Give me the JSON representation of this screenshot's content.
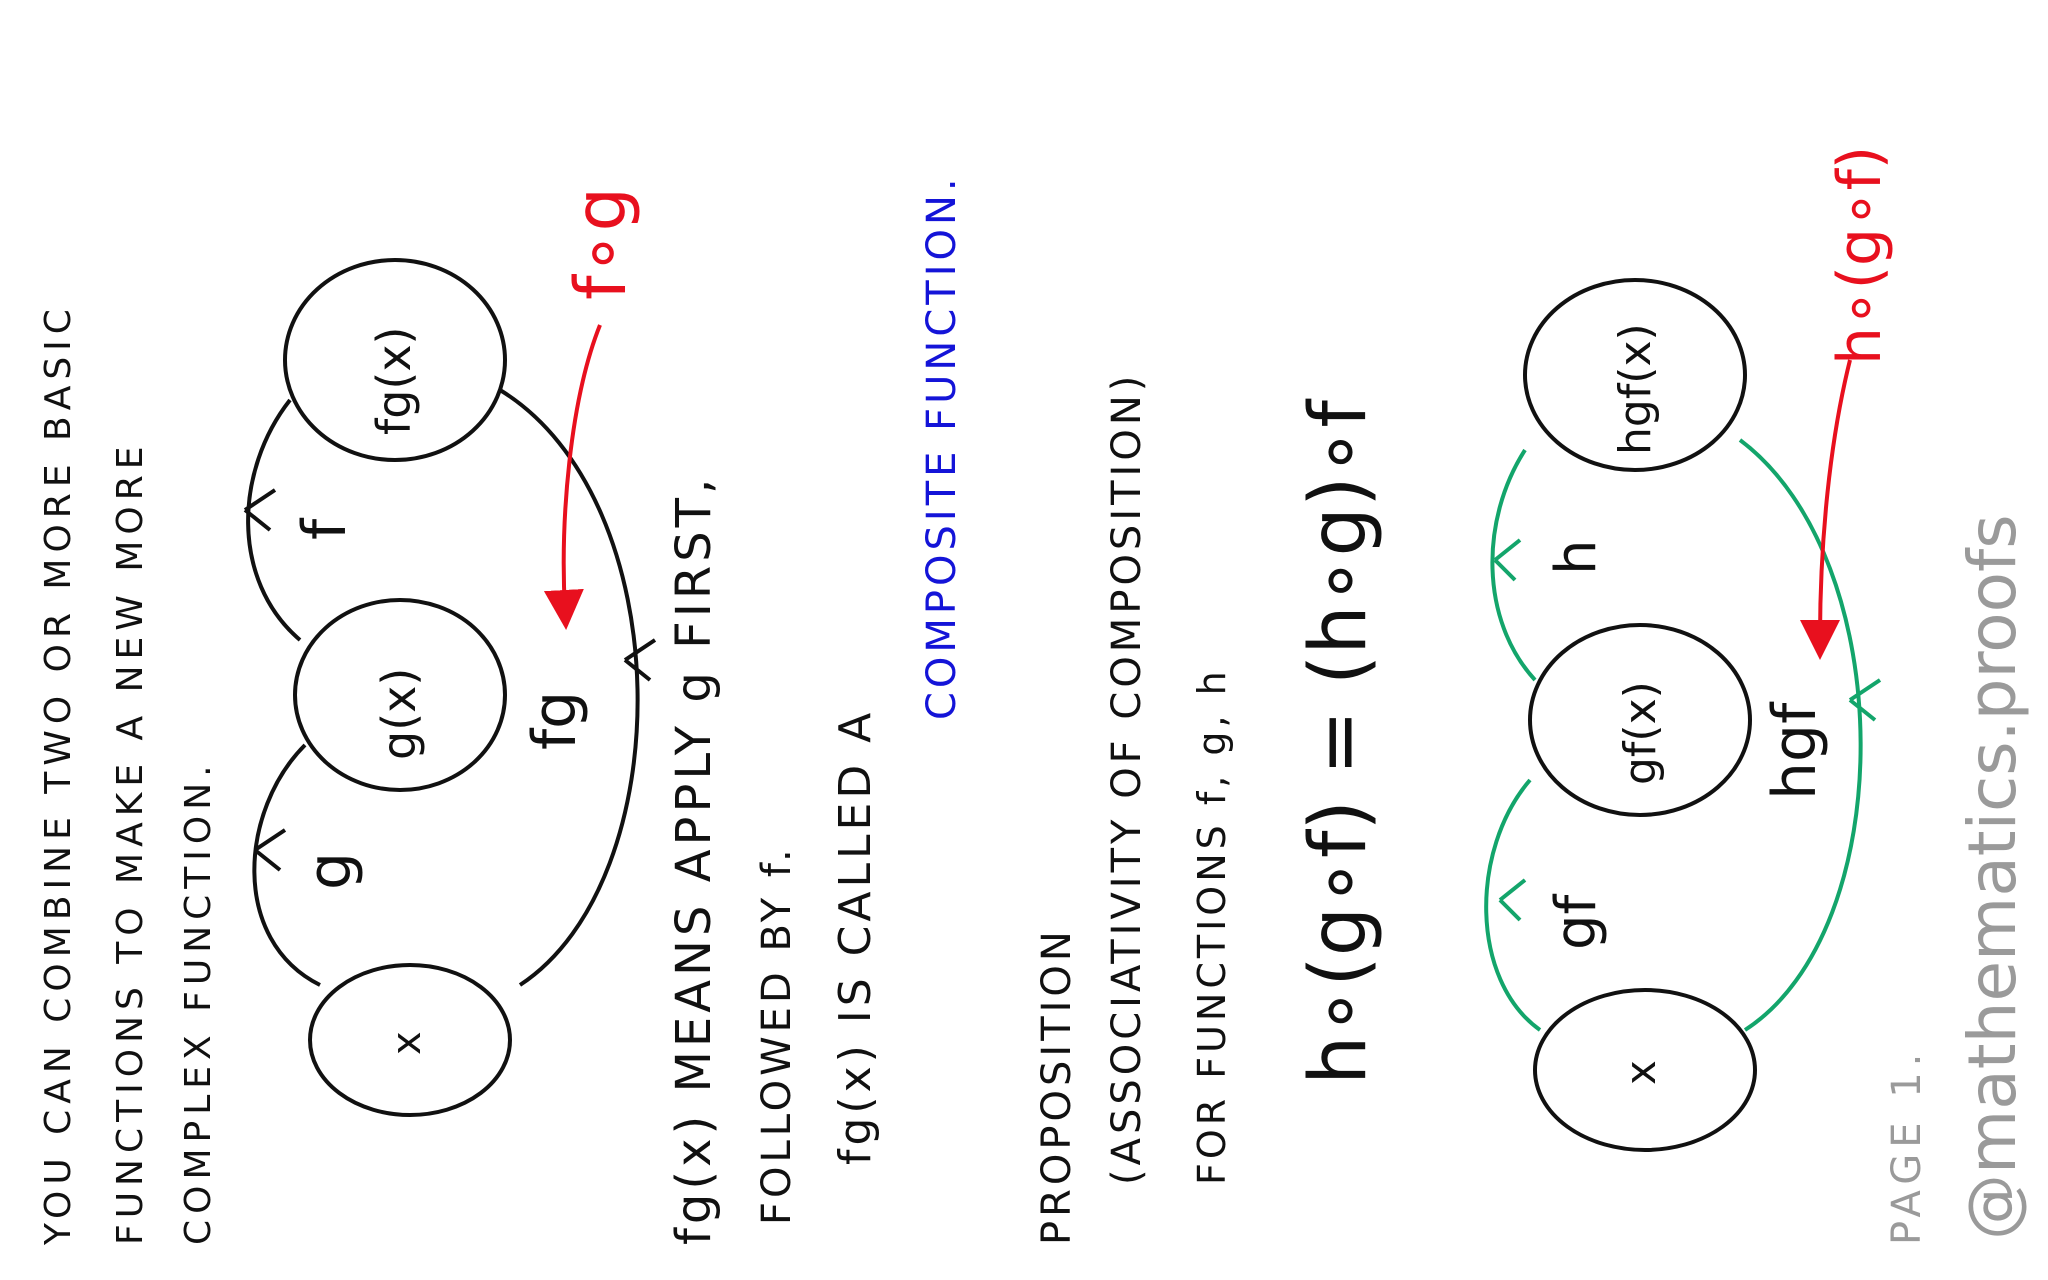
{
  "intro": {
    "line1": "YOU CAN COMBINE TWO OR MORE BASIC",
    "line2": "FUNCTIONS TO MAKE A NEW MORE",
    "line3": "COMPLEX FUNCTION."
  },
  "diagram1": {
    "node_x": "x",
    "node_gx": "g(x)",
    "node_fgx": "fg(x)",
    "edge_g": "g",
    "edge_f": "f",
    "edge_fg": "fg",
    "composite_label": "f∘g"
  },
  "explanation": {
    "line1": "fg(x) MEANS APPLY g FIRST,",
    "line2": "FOLLOWED BY f.",
    "line3": "fg(x) IS CALLED A",
    "line4": "COMPOSITE FUNCTION."
  },
  "proposition": {
    "title": "PROPOSITION",
    "subtitle": "(ASSOCIATIVITY OF COMPOSITION)",
    "for_line": "FOR FUNCTIONS f, g, h",
    "formula": "h∘(g∘f) = (h∘g)∘f"
  },
  "diagram2": {
    "node_x": "x",
    "node_gfx": "gf(x)",
    "node_hgfx": "hgf(x)",
    "edge_gf": "gf",
    "edge_h": "h",
    "edge_hgf": "hgf",
    "composite_label": "h∘(g∘f)"
  },
  "footer": {
    "page": "PAGE 1.",
    "handle": "@mathematics.proofs"
  },
  "colors": {
    "ink": "#111111",
    "red": "#e8101e",
    "blue": "#1414d8",
    "green": "#13a56b",
    "gray": "#9a9a9a"
  }
}
